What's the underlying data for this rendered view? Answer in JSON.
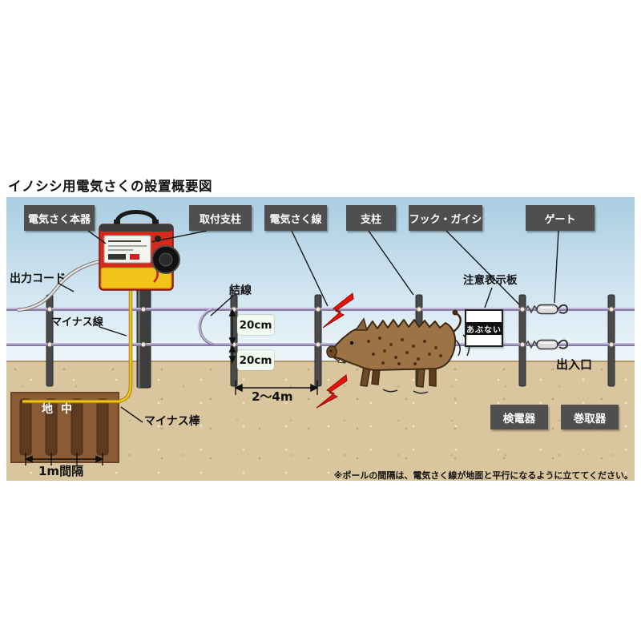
{
  "title": "イノシシ用電気さくの設置概要図",
  "callouts": {
    "main_unit": "電気さく本器",
    "mount_post": "取付支柱",
    "fence_wire": "電気さく線",
    "post": "支柱",
    "hook_insulator": "フック・ガイシ",
    "gate": "ゲート"
  },
  "labels": {
    "output_cord": "出力コード",
    "minus_wire": "マイナス線",
    "connection": "結線",
    "warning_board": "注意表示板",
    "danger_sign": "あぶない",
    "entrance": "出入口",
    "minus_rod": "マイナス棒",
    "underground": "地中",
    "rod_interval": "1m間隔",
    "post_span": "2～4m",
    "wire_gap_top": "20cm",
    "wire_gap_bottom": "20cm"
  },
  "equipment": {
    "voltage_tester": "検電器",
    "winder": "巻取器"
  },
  "footnote": "※ポールの間隔は、電気さく線が地面と平行になるように立ててください。",
  "colors": {
    "callout_box": "#4f4f4f",
    "sky": "#a9cde1",
    "ground": "#d9c59e",
    "wire": "#847aa4",
    "device_red": "#d42a1e",
    "device_yellow": "#f0c419",
    "soil": "#8a5c36",
    "warning_red": "#e8140c"
  }
}
